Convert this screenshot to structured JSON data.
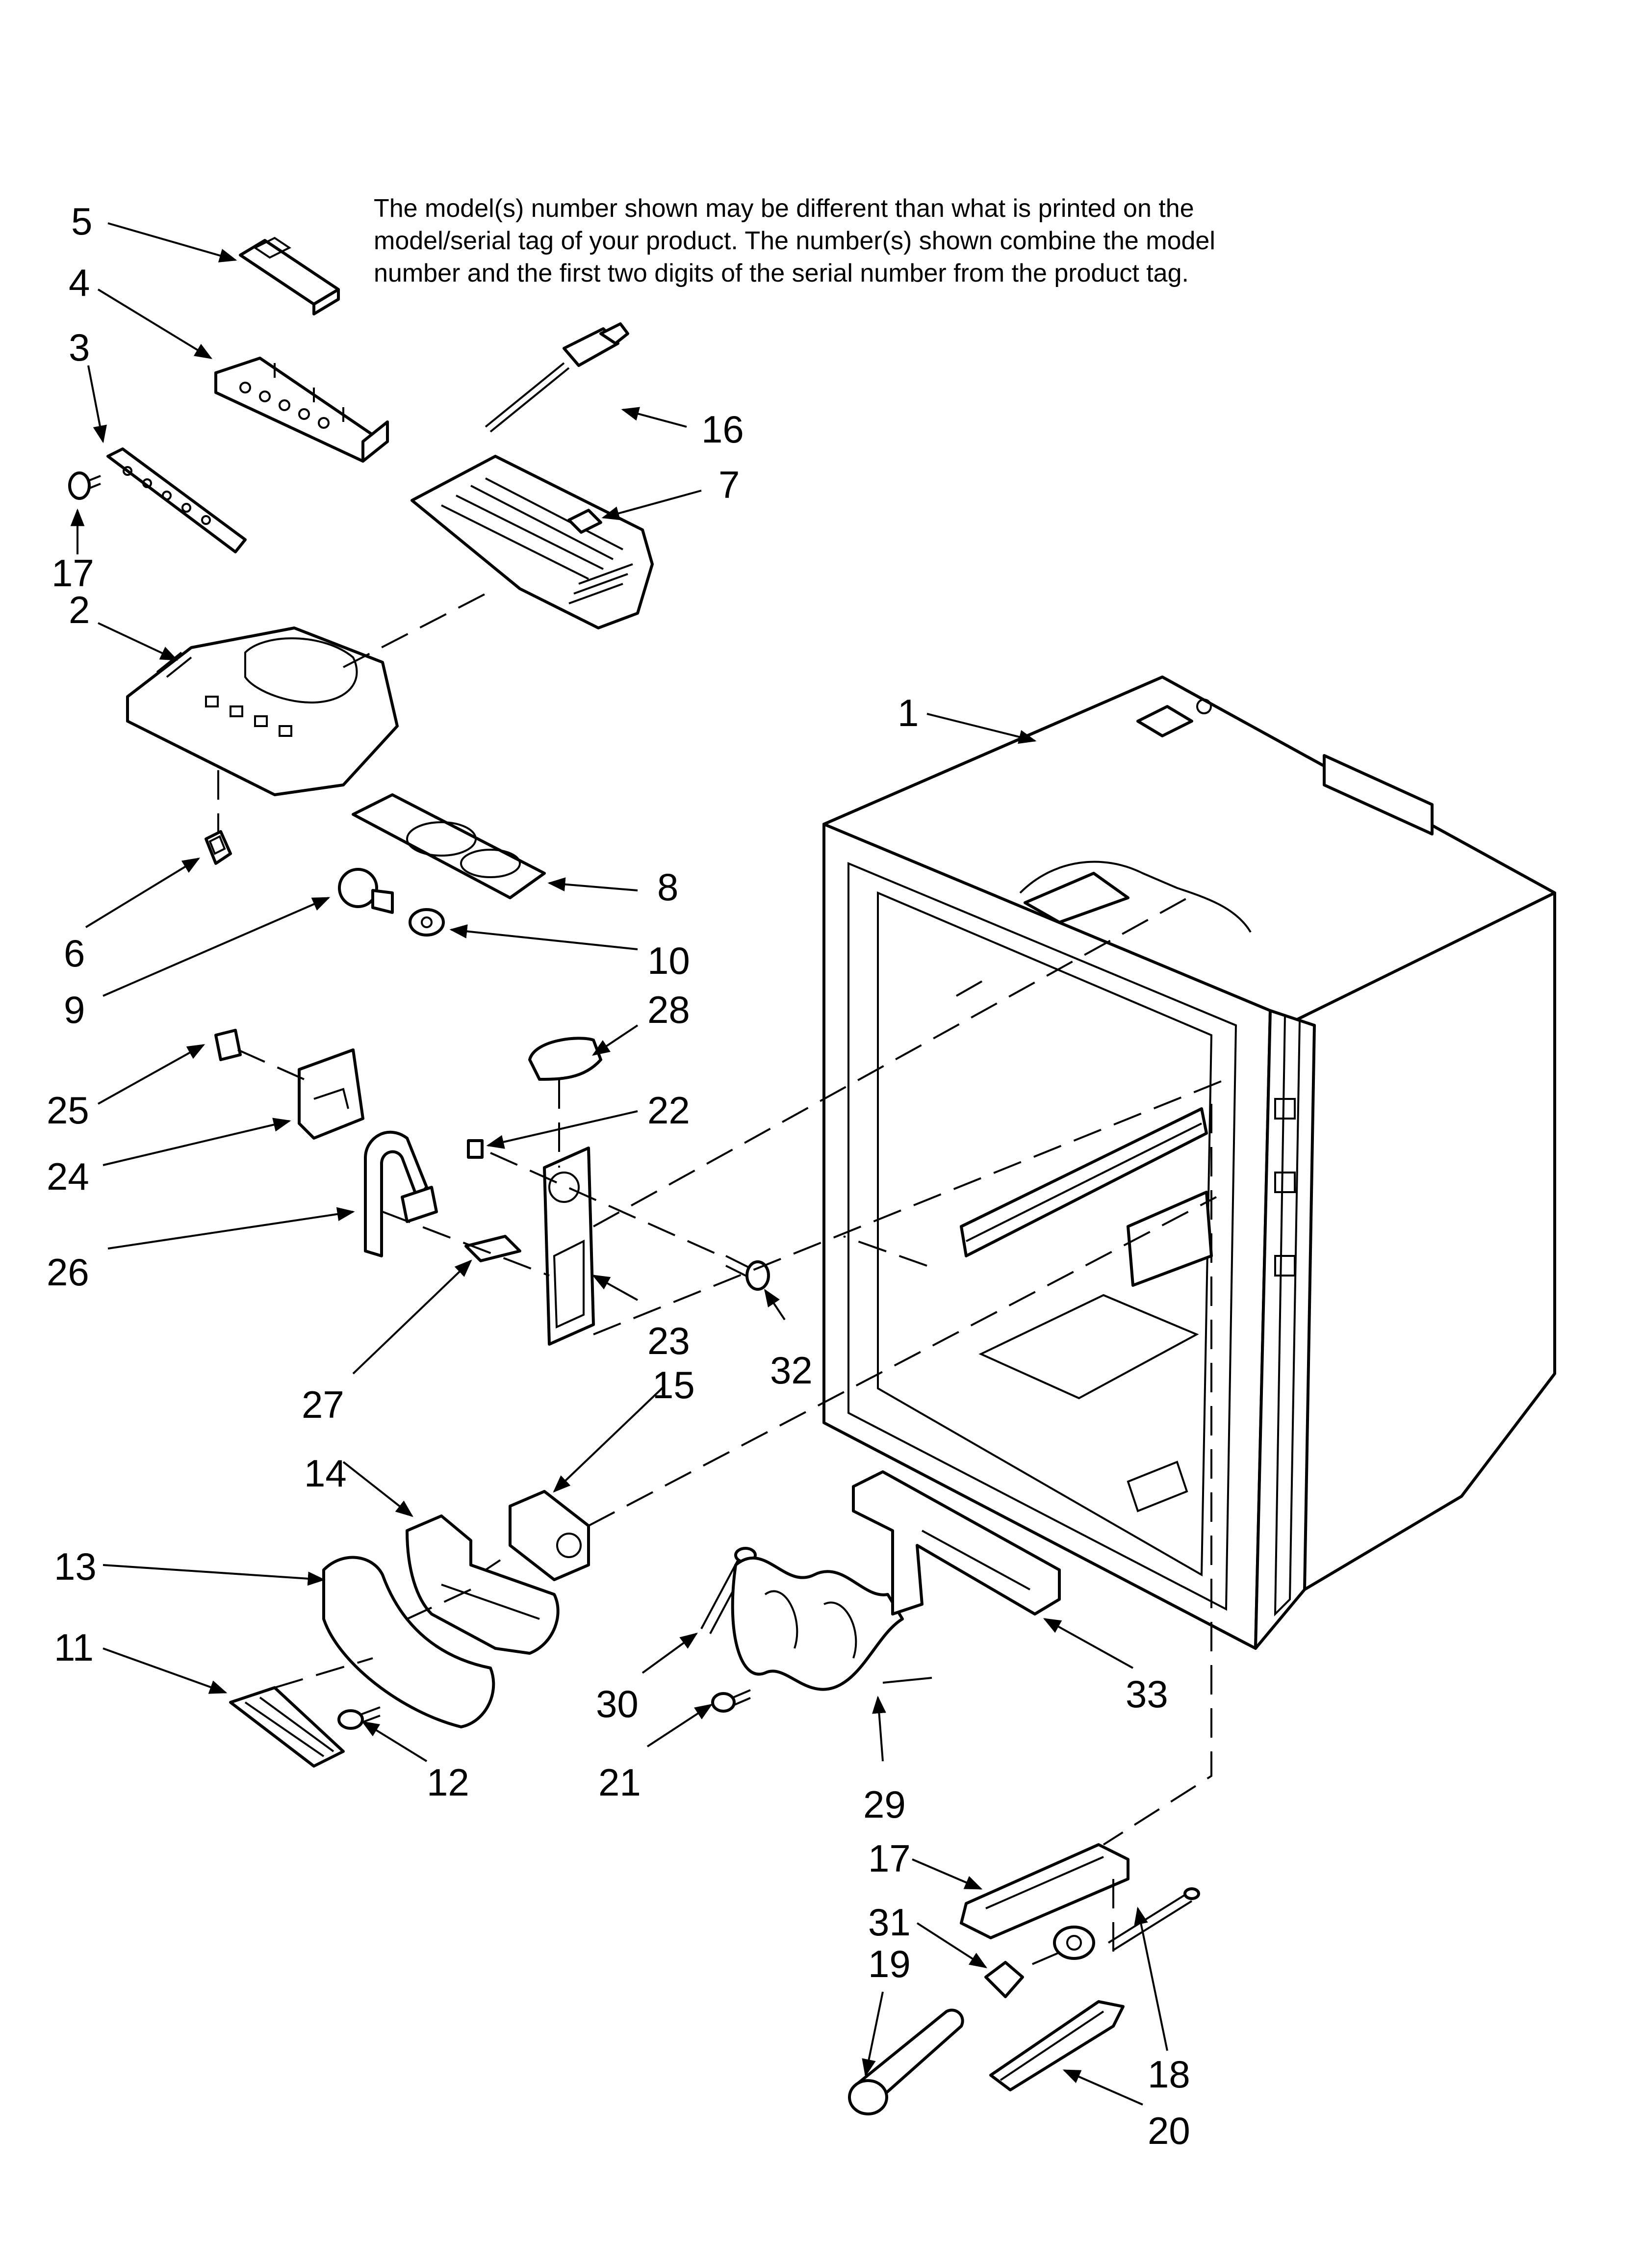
{
  "note": {
    "line1": "The model(s) number shown may be different than what is printed on the",
    "line2": "model/serial tag of your product. The number(s) shown combine the model",
    "line3": "number and the first two digits of the serial number from the product tag."
  },
  "callouts": {
    "c1": "1",
    "c2": "2",
    "c3": "3",
    "c4": "4",
    "c5": "5",
    "c6": "6",
    "c7": "7",
    "c8": "8",
    "c9": "9",
    "c10": "10",
    "c11": "11",
    "c12": "12",
    "c13": "13",
    "c14": "14",
    "c15": "15",
    "c16": "16",
    "c17a": "17",
    "c17b": "17",
    "c18": "18",
    "c19": "19",
    "c20": "20",
    "c21": "21",
    "c22": "22",
    "c23": "23",
    "c24": "24",
    "c25": "25",
    "c26": "26",
    "c27": "27",
    "c28": "28",
    "c29": "29",
    "c30": "30",
    "c31": "31",
    "c32": "32",
    "c33": "33"
  }
}
